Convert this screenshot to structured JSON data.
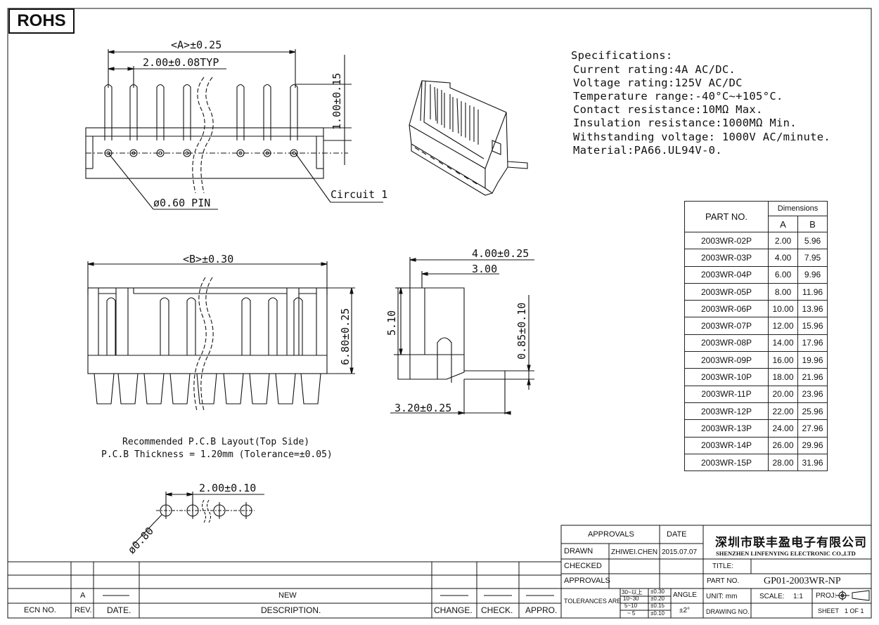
{
  "badge": "ROHS",
  "specs": {
    "title": "Specifications:",
    "lines": [
      "Current rating:4A AC/DC.",
      "Voltage rating:125V AC/DC",
      "Temperature range:-40°C~+105°C.",
      "Contact resistance:10MΩ Max.",
      "Insulation resistance:1000MΩ Min.",
      "Withstanding voltage: 1000V AC/minute.",
      "Material:PA66.UL94V-0."
    ]
  },
  "dimension_labels": {
    "a_dim": "<A>±0.25",
    "pitch": "2.00±0.08TYP",
    "height": "1.00±0.15",
    "pin": "ø0.60 PIN",
    "circuit": "Circuit 1",
    "b_dim": "<B>±0.30",
    "h_side": "6.80±0.25",
    "w1": "4.00±0.25",
    "w2": "3.00",
    "h51": "5.10",
    "h085": "0.85±0.10",
    "w320": "3.20±0.25",
    "pcb_pitch": "2.00±0.10",
    "pcb_hole": "ø0.80"
  },
  "pcb_note": {
    "line1": "Recommended P.C.B Layout(Top Side)",
    "line2": "P.C.B Thickness = 1.20mm (Tolerance=±0.05)"
  },
  "parts_table": {
    "header_part": "PART NO.",
    "header_dims": "Dimensions",
    "header_a": "A",
    "header_b": "B",
    "rows": [
      {
        "part": "2003WR-02P",
        "a": "2.00",
        "b": "5.96"
      },
      {
        "part": "2003WR-03P",
        "a": "4.00",
        "b": "7.95"
      },
      {
        "part": "2003WR-04P",
        "a": "6.00",
        "b": "9.96"
      },
      {
        "part": "2003WR-05P",
        "a": "8.00",
        "b": "11.96"
      },
      {
        "part": "2003WR-06P",
        "a": "10.00",
        "b": "13.96"
      },
      {
        "part": "2003WR-07P",
        "a": "12.00",
        "b": "15.96"
      },
      {
        "part": "2003WR-08P",
        "a": "14.00",
        "b": "17.96"
      },
      {
        "part": "2003WR-09P",
        "a": "16.00",
        "b": "19.96"
      },
      {
        "part": "2003WR-10P",
        "a": "18.00",
        "b": "21.96"
      },
      {
        "part": "2003WR-11P",
        "a": "20.00",
        "b": "23.96"
      },
      {
        "part": "2003WR-12P",
        "a": "22.00",
        "b": "25.96"
      },
      {
        "part": "2003WR-13P",
        "a": "24.00",
        "b": "27.96"
      },
      {
        "part": "2003WR-14P",
        "a": "26.00",
        "b": "29.96"
      },
      {
        "part": "2003WR-15P",
        "a": "28.00",
        "b": "31.96"
      }
    ]
  },
  "title_block": {
    "approvals": "APPROVALS",
    "date": "DATE",
    "drawn": "DRAWN",
    "drawn_by": "ZHIWEI.CHEN",
    "drawn_date": "2015.07.07",
    "checked": "CHECKED",
    "approvals2": "APPROVALS",
    "tolerances": "TOLERANCES ARE",
    "tol_rows": [
      {
        "range": "30~以上",
        "tol": "±0.30"
      },
      {
        "range": "10~30",
        "tol": "±0.20"
      },
      {
        "range": "5~10",
        "tol": "±0.15"
      },
      {
        "range": "~ 5",
        "tol": "±0.10"
      }
    ],
    "angle": "ANGLE",
    "angle_tol": "±2°",
    "company_cn": "深圳市联丰盈电子有限公司",
    "company_en": "SHENZHEN LINFENYING ELECTRONIC CO.,LTD",
    "title_label": "TITLE:",
    "part_no_label": "PART NO.",
    "part_no": "GP01-2003WR-NP",
    "unit": "UNIT: mm",
    "scale": "SCALE:",
    "scale_val": "1:1",
    "proj": "PROJ:",
    "drawing_no": "DRAWING NO.",
    "sheet": "SHEET",
    "sheet_val": "1 OF 1"
  },
  "revision_block": {
    "rev": "A",
    "new": "NEW",
    "ecn": "ECN NO.",
    "rev_label": "REV.",
    "date_label": "DATE.",
    "desc_label": "DESCRIPTION.",
    "change": "CHANGE.",
    "check": "CHECK.",
    "appro": "APPRO."
  }
}
